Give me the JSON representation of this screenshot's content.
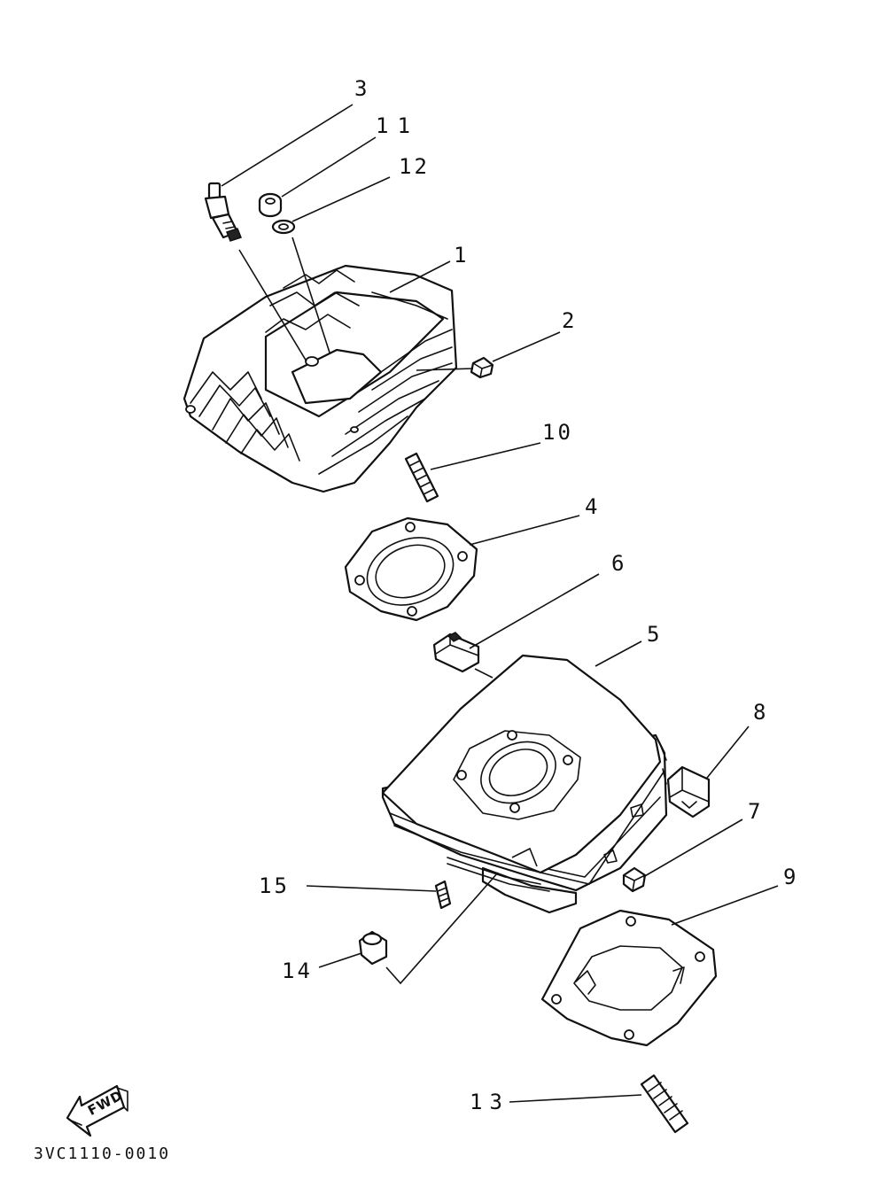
{
  "diagram": {
    "code": "3VC1110-0010",
    "fwd_label": "FWD",
    "callouts": [
      {
        "id": "c3",
        "label": "3"
      },
      {
        "id": "c11",
        "label": "11"
      },
      {
        "id": "c12",
        "label": "12"
      },
      {
        "id": "c1",
        "label": "1"
      },
      {
        "id": "c2",
        "label": "2"
      },
      {
        "id": "c10",
        "label": "10"
      },
      {
        "id": "c4",
        "label": "4"
      },
      {
        "id": "c6",
        "label": "6"
      },
      {
        "id": "c5",
        "label": "5"
      },
      {
        "id": "c8",
        "label": "8"
      },
      {
        "id": "c7",
        "label": "7"
      },
      {
        "id": "c9",
        "label": "9"
      },
      {
        "id": "c15",
        "label": "15"
      },
      {
        "id": "c14",
        "label": "14"
      },
      {
        "id": "c13",
        "label": "13"
      }
    ]
  }
}
